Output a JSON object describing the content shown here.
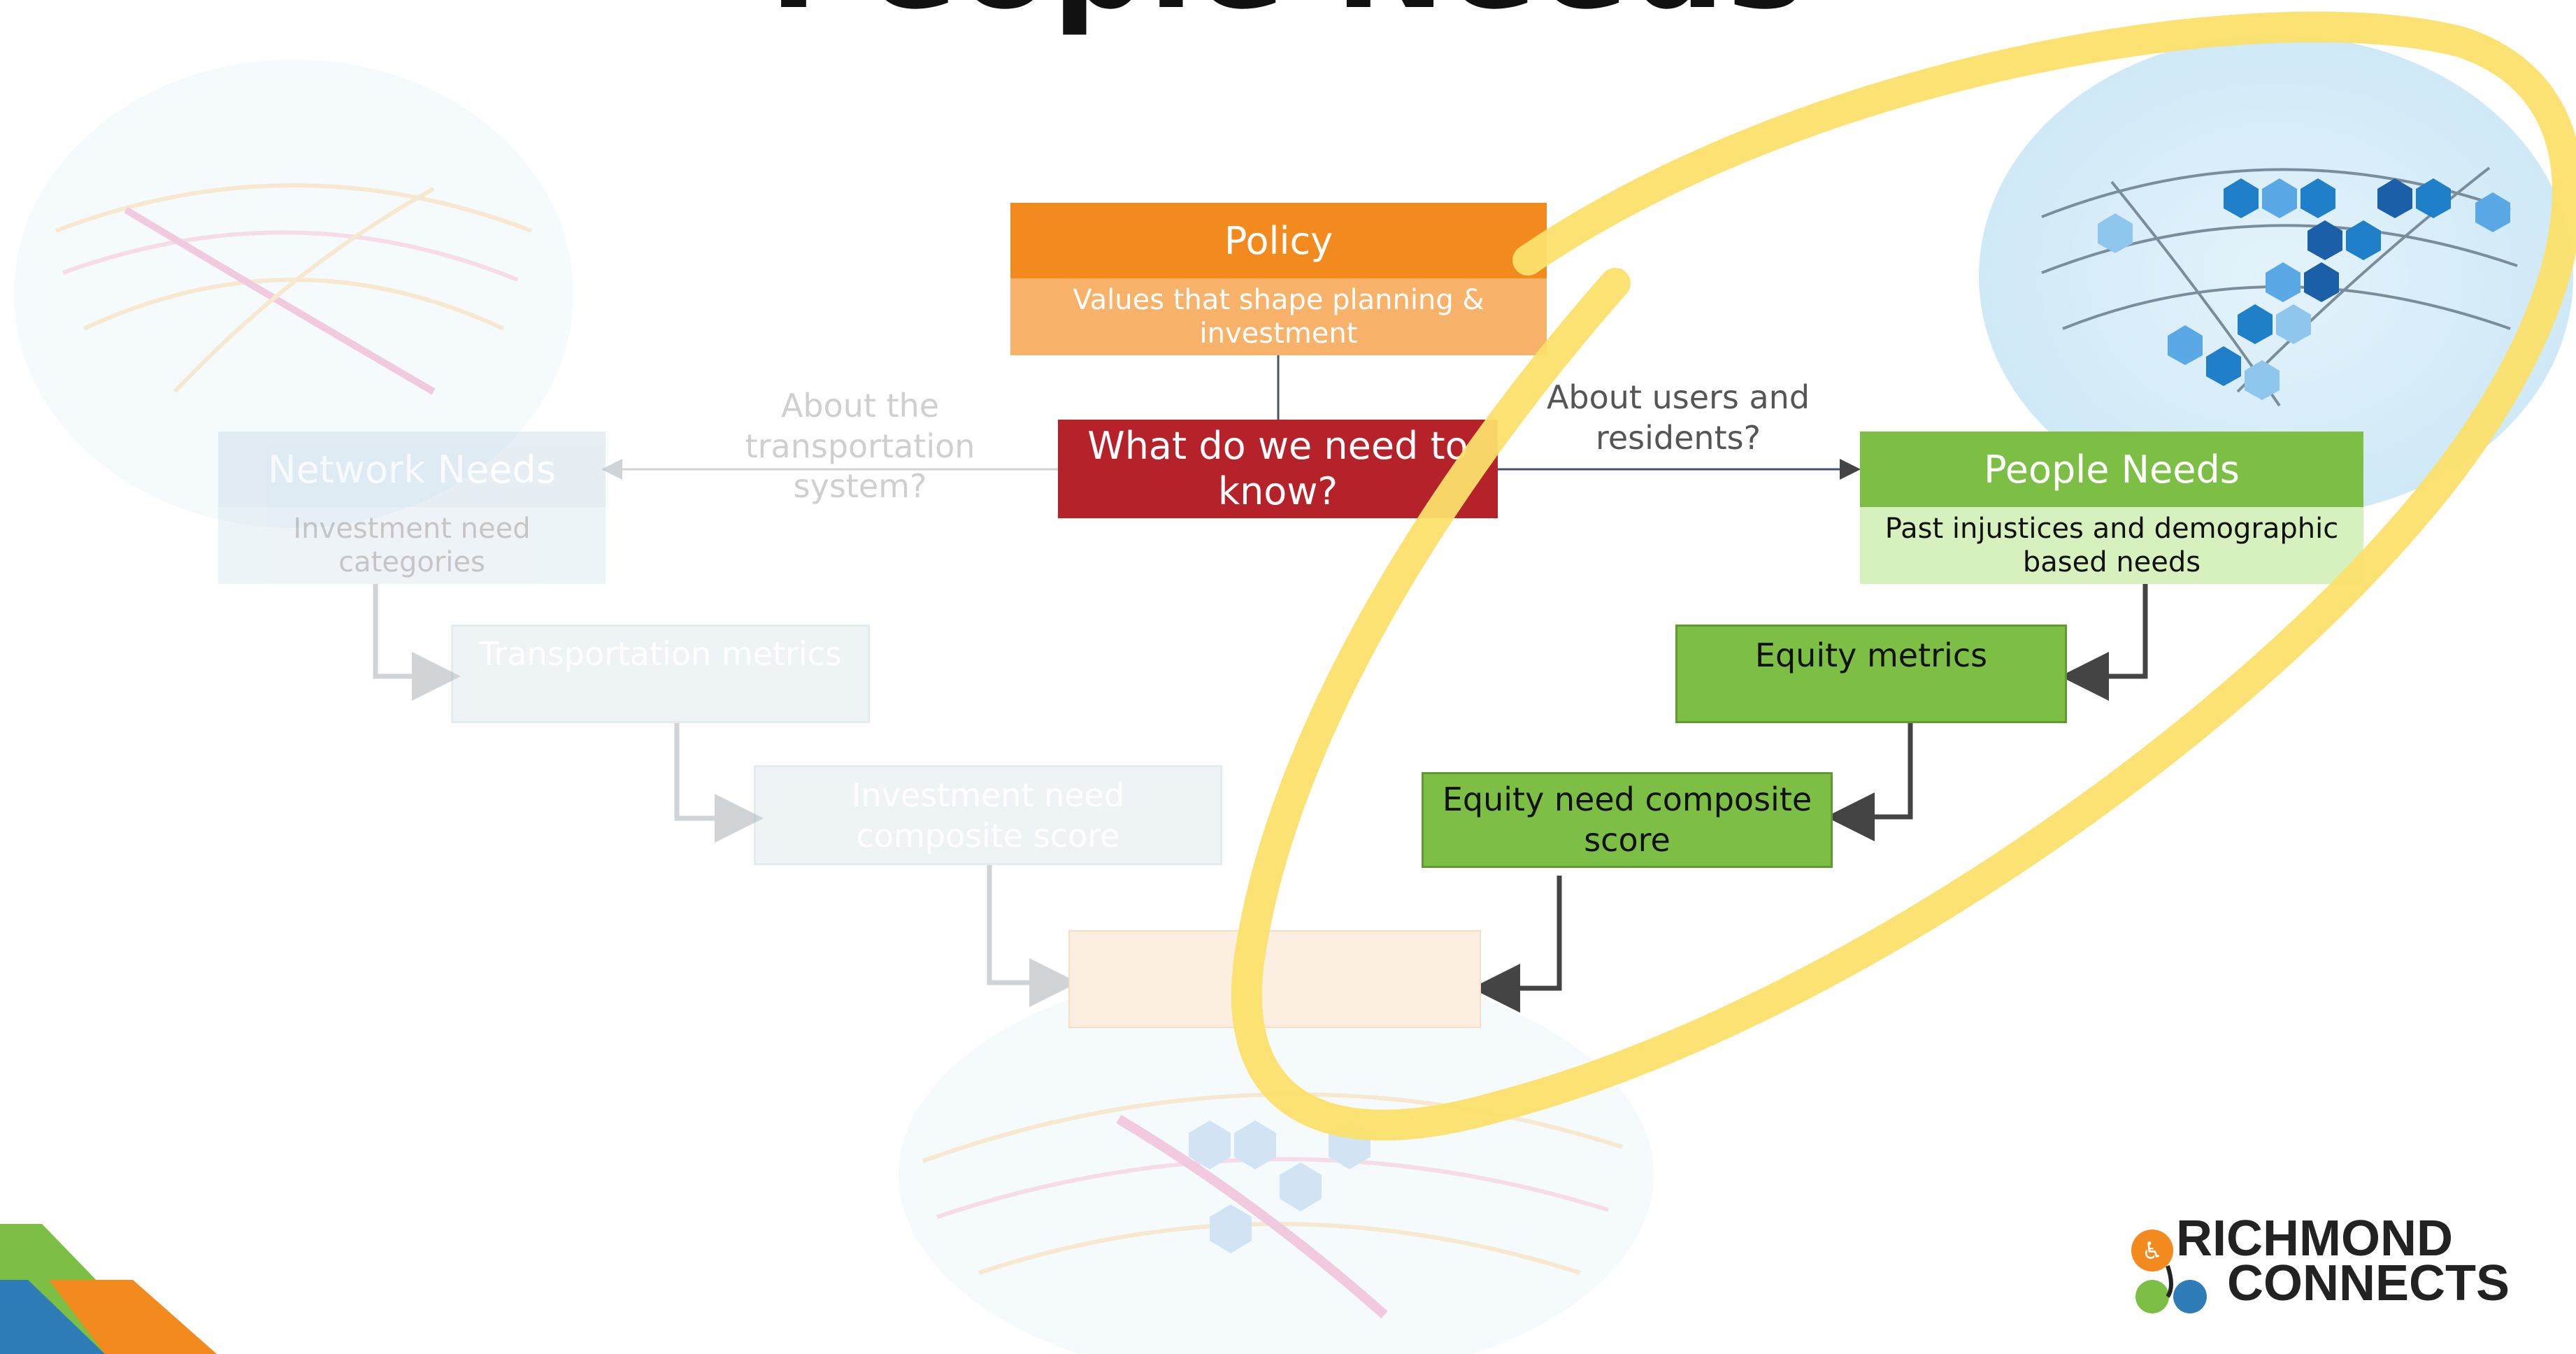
{
  "slide": {
    "title": "People Needs"
  },
  "policy": {
    "title": "Policy",
    "subtitle": "Values that shape planning & investment"
  },
  "question": {
    "title": "What do we need to know?"
  },
  "branches": {
    "left_label": "About the transportation system?",
    "right_label": "About users and residents?"
  },
  "network": {
    "title": "Network Needs",
    "subtitle": "Investment need categories",
    "metrics": "Transportation metrics",
    "composite": "Investment need composite score"
  },
  "people": {
    "title": "People Needs",
    "subtitle": "Past injustices and demographic based needs",
    "metrics": "Equity metrics",
    "composite": "Equity need composite score"
  },
  "logo": {
    "line1": "RICHMOND",
    "line2": "CONNECTS"
  },
  "colors": {
    "orange": "#F28A1E",
    "orange_light": "#F8B26A",
    "red": "#B5222A",
    "green": "#7CBF44",
    "green_light": "#D6F0BE",
    "steel": "#A9C6D8",
    "highlight": "#FBE06A"
  }
}
